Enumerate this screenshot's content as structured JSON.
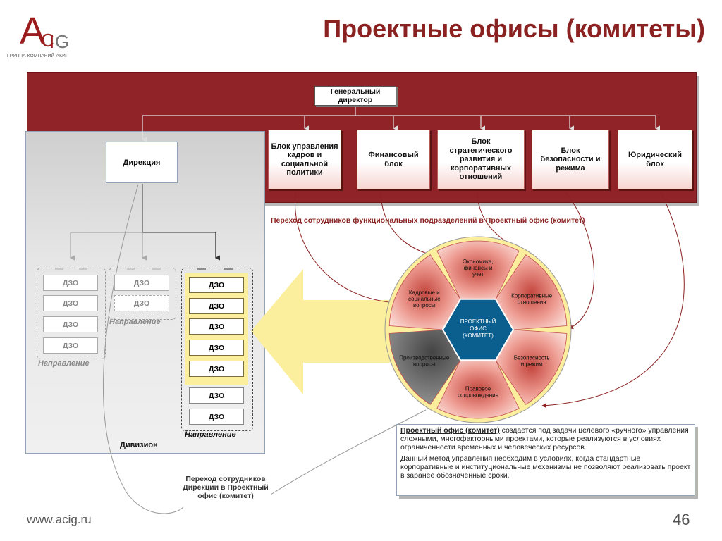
{
  "header": {
    "logo_letters": "ACIG",
    "logo_caption": "ГРУППА КОМПАНИЙ АКИГ",
    "title": "Проектные офисы (комитеты)"
  },
  "org": {
    "general_director": "Генеральный директор",
    "blocks": [
      "Блок управления кадров и социальной политики",
      "Финансовый блок",
      "Блок стратегического развития и корпоративных отношений",
      "Блок безопасности и режима",
      "Юридический блок"
    ]
  },
  "division": {
    "directorate": "Дирекция",
    "dzo": "ДЗО",
    "direction_label": "Направление",
    "division_label": "Дивизион"
  },
  "transfer_label": "Переход сотрудников функциональных подразделений в Проектный офис (комитет)",
  "wheel": {
    "center": [
      "ПРОЕКТНЫЙ",
      "ОФИС",
      "(КОМИТЕТ)"
    ],
    "segments": [
      [
        "Экономика,",
        "финансы и",
        "учет"
      ],
      [
        "Корпоративные",
        "отношения"
      ],
      [
        "Безопасность",
        "и режим"
      ],
      [
        "Правовое",
        "сопровождение"
      ],
      [
        "Производственные",
        "вопросы"
      ],
      [
        "Кадровые и",
        "социальные",
        "вопросы"
      ]
    ]
  },
  "description": {
    "heading": "Проектный офис (комитет)",
    "text1": " создается под задачи целевого «ручного» управления сложными, многофакторными проектами, которые реализуются в условиях ограниченности временных и человеческих ресурсов.",
    "text2": "Данный метод управления необходим в условиях, когда стандартные корпоративные и институциональные механизмы не позволяют реализовать проект в заранее обозначенные сроки."
  },
  "directorate_transfer": "Переход сотрудников Дирекции в Проектный офис (комитет)",
  "footer": {
    "url": "www.acig.ru",
    "page": "46"
  },
  "colors": {
    "brand_red": "#8f2327",
    "title_red": "#8b2222",
    "center_blue": "#0b5f8e",
    "segment_pink": "#e98f87",
    "segment_gray": "#6c6c6c",
    "yellow": "#fbef9e"
  }
}
